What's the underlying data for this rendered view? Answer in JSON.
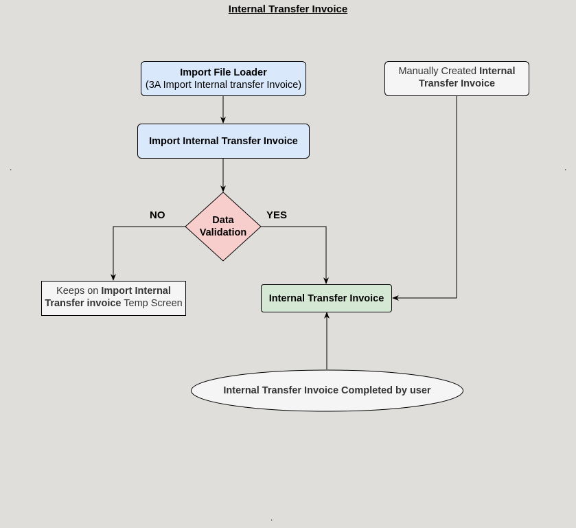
{
  "diagram": {
    "title": "Internal Transfer Invoice",
    "nodes": {
      "import_file_loader": {
        "line1": "Import File Loader",
        "line2": "(3A Import Internal transfer Invoice)"
      },
      "import_internal_transfer_invoice": {
        "label": "Import Internal Transfer Invoice"
      },
      "manually_created": {
        "prefix": "Manually Created ",
        "bold": "Internal Transfer Invoice"
      },
      "data_validation": {
        "line1": "Data",
        "line2": "Validation"
      },
      "keeps_on": {
        "prefix": "Keeps on ",
        "bold": "Import Internal Transfer invoice",
        "suffix": " Temp Screen"
      },
      "internal_transfer_invoice": {
        "label": "Internal Transfer Invoice"
      },
      "completed_by_user": {
        "label": "Internal Transfer Invoice Completed by user"
      }
    },
    "edge_labels": {
      "no": "NO",
      "yes": "YES"
    },
    "dots": {
      "left": ".",
      "right": ".",
      "bottom": "."
    },
    "colors": {
      "background": "#dfdedb",
      "blue_fill": "#dae8fc",
      "green_fill": "#d5e8d4",
      "diamond_fill": "#f8cecc",
      "white_fill": "#f5f5f5"
    }
  }
}
